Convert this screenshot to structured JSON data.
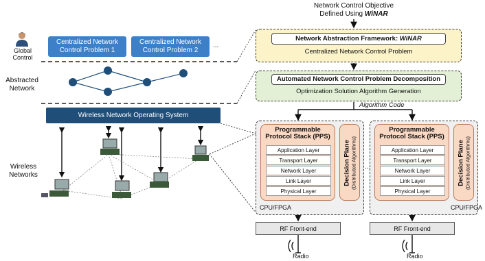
{
  "objective": {
    "line1": "Network Control Objective",
    "line2_prefix": "Defined Using ",
    "line2_italic": "WiNAR"
  },
  "left": {
    "global_control": [
      "Global",
      "Control"
    ],
    "problem1": [
      "Centralized Network",
      "Control Problem 1"
    ],
    "problem2": [
      "Centralized Network",
      "Control Problem 2"
    ],
    "ellipsis": "...",
    "abstracted_network": [
      "Abstracted",
      "Network"
    ],
    "wnos": "Wireless Network Operating System",
    "wireless_networks": [
      "Wireless",
      "Networks"
    ]
  },
  "framework": {
    "title_prefix": "Network Abstraction Framework: ",
    "title_italic": "WiNAR",
    "subtitle": "Centralized Network Control Problem"
  },
  "decomposition": {
    "title": "Automated Network Control Problem Decomposition",
    "subtitle": "Optimization Solution Algorithm Generation"
  },
  "algorithm_code": "Algorithm Code",
  "node": {
    "pps_title": [
      "Programmable",
      "Protocol Stack (PPS)"
    ],
    "layers": [
      "Application Layer",
      "Transport Layer",
      "Network Layer",
      "Link Layer",
      "Physical Layer"
    ],
    "decision_plane": "Decision Plane",
    "decision_sub": "(Distributed Algorithms)",
    "cpu": "CPU/FPGA",
    "rf": "RF Front-end",
    "radio": "Radio"
  },
  "middle_ellipsis": "...",
  "colors": {
    "blue_button": "#3d80c8",
    "dark_bar": "#1f4e79",
    "yellow": "#fdf3c9",
    "green": "#e3f0d6",
    "peach": "#f9d8c4",
    "gray": "#e7e7e7"
  }
}
